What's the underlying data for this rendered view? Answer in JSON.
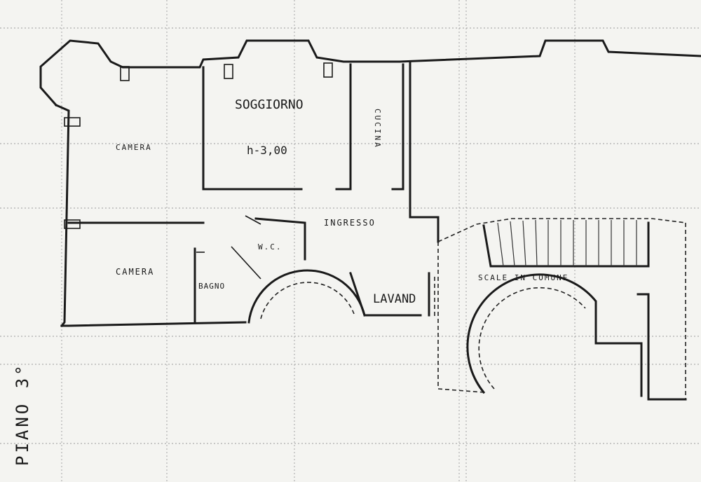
{
  "rooms": {
    "soggiorno": "SOGGIORNO",
    "height": "h-3,00",
    "cucina": "CUCINA",
    "camera_top": "CAMERA",
    "camera_bottom": "CAMERA",
    "ingresso": "INGRESSO",
    "wc": "W.C.",
    "bagno": "BAGNO",
    "lavand": "LAVAND",
    "scale": "SCALE IN COMUNE"
  },
  "floor_label": "PIANO 3°"
}
